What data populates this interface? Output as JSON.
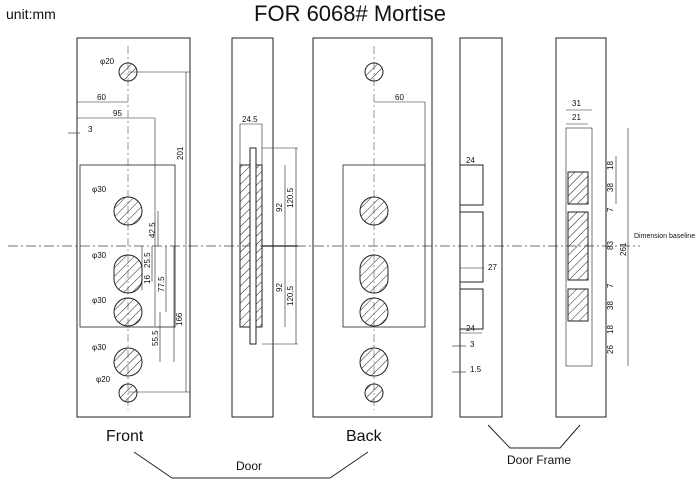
{
  "header": {
    "unit": "unit:mm",
    "title": "FOR 6068# Mortise"
  },
  "views": {
    "front": "Front",
    "back": "Back",
    "door": "Door",
    "door_frame": "Door Frame",
    "baseline": "Dimension baseline"
  },
  "front_dims": {
    "d20_top": "φ20",
    "w60": "60",
    "w95": "95",
    "w3": "3",
    "h201": "201",
    "d30_a": "φ30",
    "h42_5": "42.5",
    "d30_b": "φ30",
    "h25_5": "25.5",
    "h16": "16",
    "h77_5": "77.5",
    "d30_c": "φ30",
    "h166": "166",
    "h55_5": "55.5",
    "d30_d": "φ30",
    "d20_bot": "φ20"
  },
  "side_dims": {
    "w24_5": "24.5",
    "h92_top": "92",
    "h120_5_top": "120.5",
    "h92_bot": "92",
    "h120_5_bot": "120.5"
  },
  "back_dims": {
    "w60": "60"
  },
  "frame_side_dims": {
    "w24_top": "24",
    "w27": "27",
    "w24_bot": "24",
    "w3": "3",
    "w1_5": "1.5"
  },
  "frame_front_dims": {
    "w31": "31",
    "w21": "21",
    "h18_top": "18",
    "h38_top": "38",
    "h7_top": "7",
    "h83": "83",
    "h261": "261",
    "h7_bot": "7",
    "h38_bot": "38",
    "h18_bot": "18",
    "h26": "26"
  }
}
